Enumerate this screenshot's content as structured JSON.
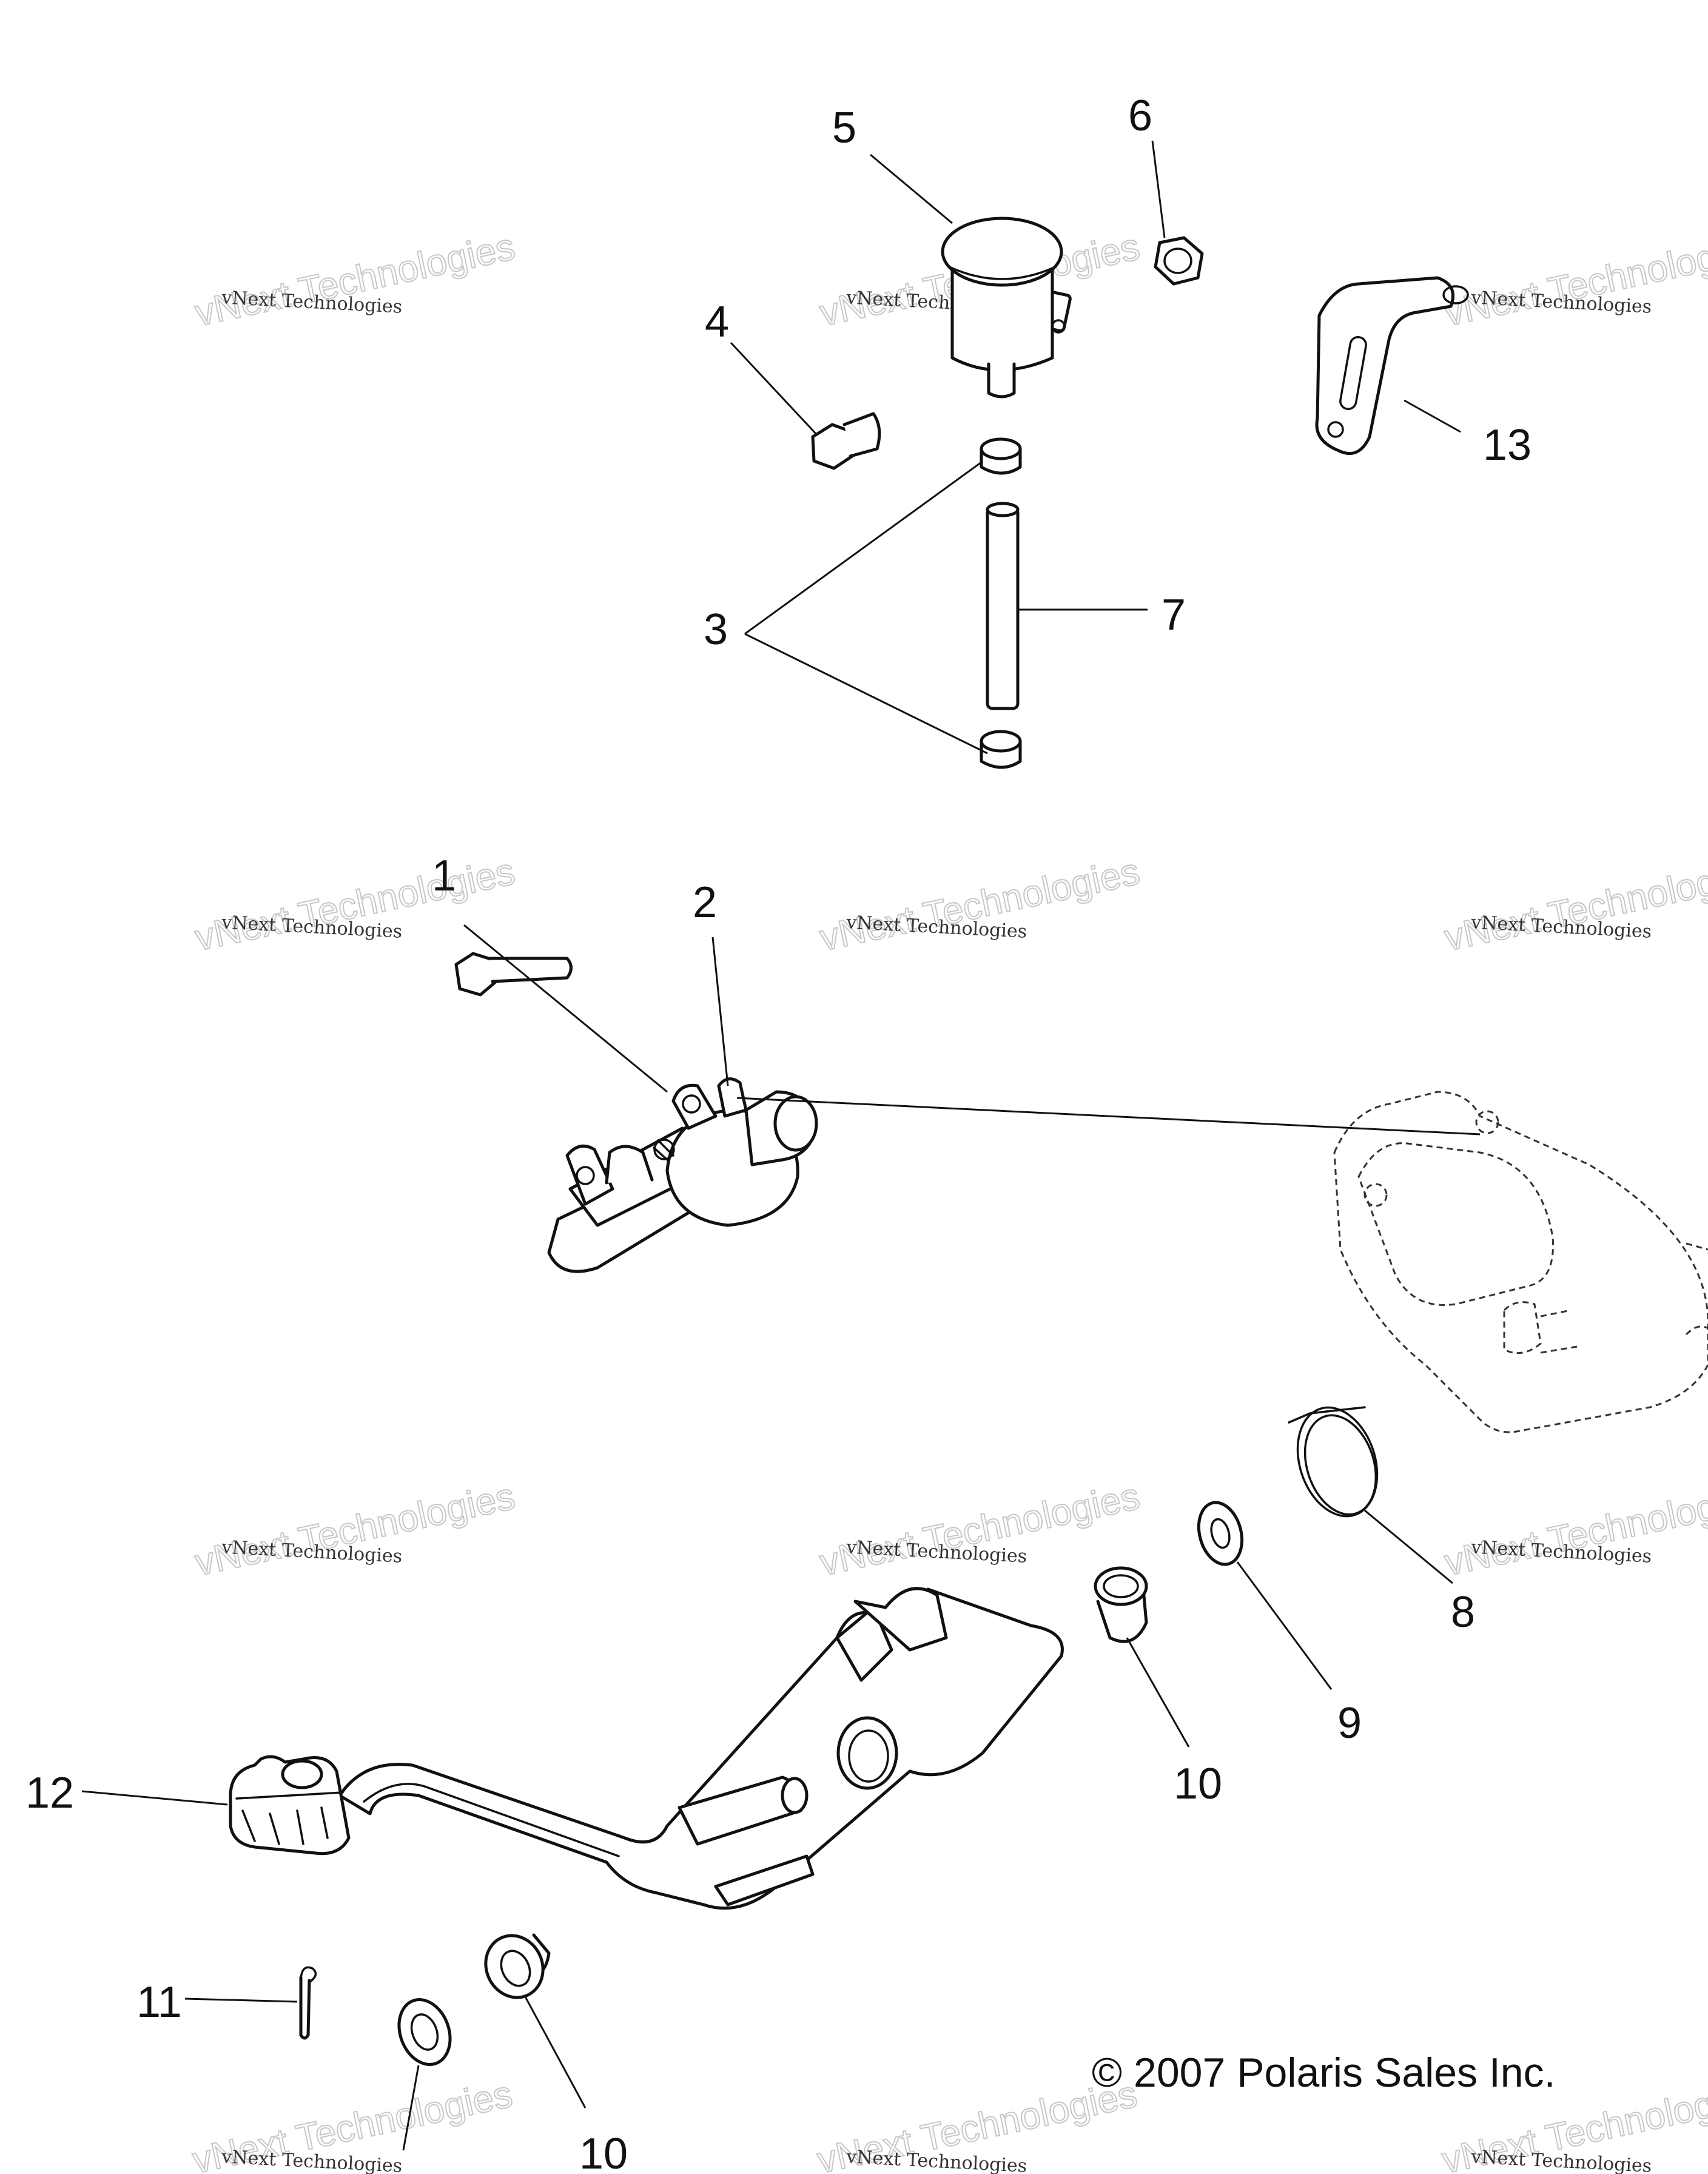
{
  "watermark": {
    "line1": "vNext Technologies",
    "line2": "vNext Technologies"
  },
  "callouts": {
    "c1": "1",
    "c2": "2",
    "c3": "3",
    "c4": "4",
    "c5": "5",
    "c6": "6",
    "c7": "7",
    "c8": "8",
    "c9": "9",
    "c10a": "10",
    "c10b": "10",
    "c11": "11",
    "c12": "12",
    "c13": "13"
  },
  "copyright": "© 2007 Polaris Sales Inc."
}
